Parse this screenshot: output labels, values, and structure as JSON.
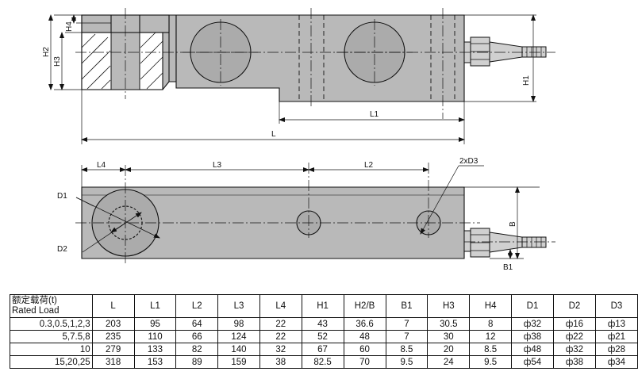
{
  "drawing": {
    "top_view": {
      "dims": {
        "h4": "H4",
        "h3": "H3",
        "h2": "H2",
        "h1": "H1",
        "l1": "L1",
        "l": "L"
      }
    },
    "bottom_view": {
      "dims": {
        "l4": "L4",
        "l3": "L3",
        "l2": "L2",
        "d3": "2xD3",
        "d1": "D1",
        "d2": "D2",
        "b": "B",
        "b1": "B1"
      }
    }
  },
  "table": {
    "header": {
      "load_cn": "额定载荷(t)",
      "load_en": "Rated Load",
      "columns": [
        "L",
        "L1",
        "L2",
        "L3",
        "L4",
        "H1",
        "H2/B",
        "B1",
        "H3",
        "H4",
        "D1",
        "D2",
        "D3"
      ]
    },
    "rows": [
      [
        "0.3,0.5,1,2,3",
        "203",
        "95",
        "64",
        "98",
        "22",
        "43",
        "36.6",
        "7",
        "30.5",
        "8",
        "ф32",
        "ф16",
        "ф13"
      ],
      [
        "5,7.5,8",
        "235",
        "110",
        "66",
        "124",
        "22",
        "52",
        "48",
        "7",
        "30",
        "12",
        "ф38",
        "ф22",
        "ф21"
      ],
      [
        "10",
        "279",
        "133",
        "82",
        "140",
        "32",
        "67",
        "60",
        "8.5",
        "20",
        "8.5",
        "ф48",
        "ф32",
        "ф28"
      ],
      [
        "15,20,25",
        "318",
        "153",
        "89",
        "159",
        "38",
        "82.5",
        "70",
        "9.5",
        "24",
        "9.5",
        "ф54",
        "ф38",
        "ф34"
      ]
    ]
  }
}
